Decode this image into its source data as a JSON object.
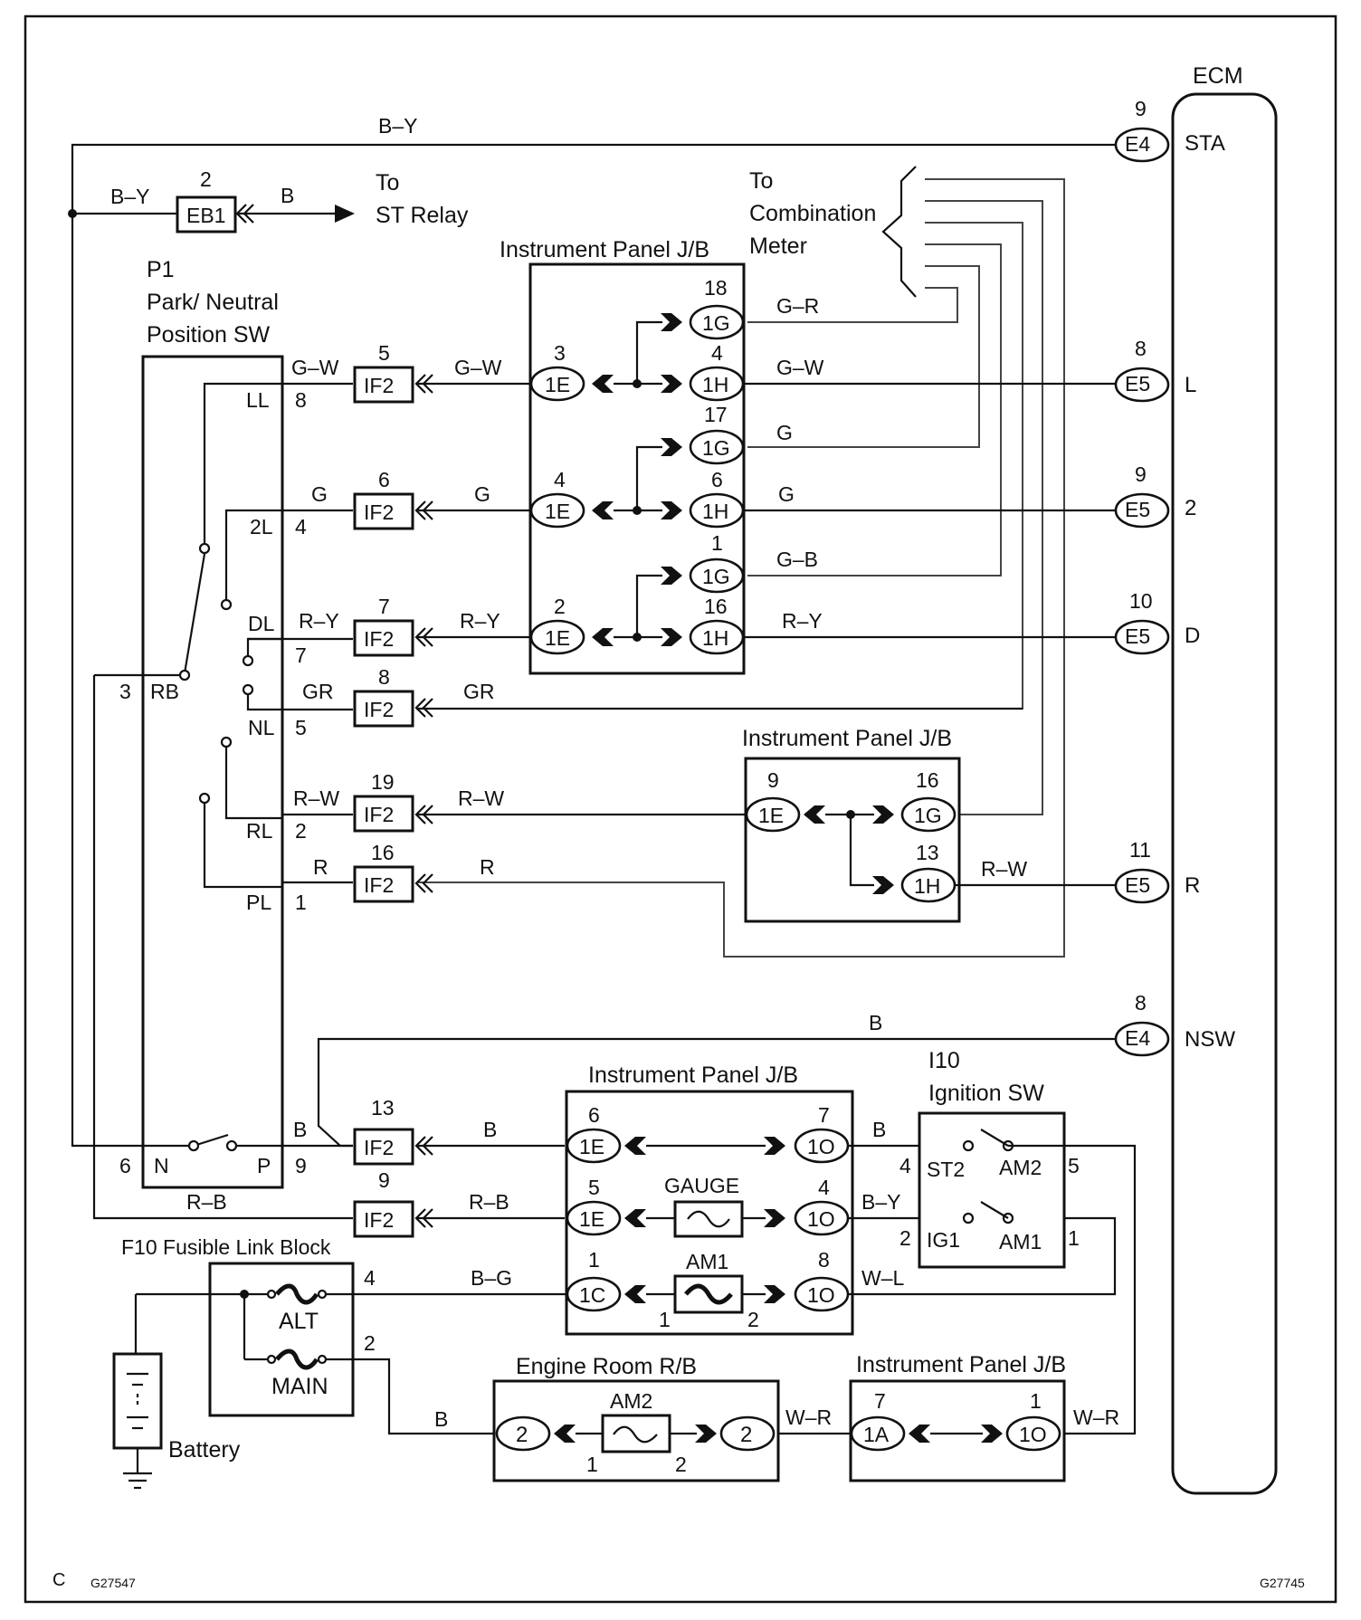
{
  "sheet": {
    "code_left": "G27547",
    "code_right": "G27745",
    "corner_letter": "C"
  },
  "ecm": {
    "name": "ECM",
    "pins": [
      {
        "pin": "9",
        "conn": "E4",
        "signal": "STA"
      },
      {
        "pin": "8",
        "conn": "E5",
        "signal": "L"
      },
      {
        "pin": "9",
        "conn": "E5",
        "signal": "2"
      },
      {
        "pin": "10",
        "conn": "E5",
        "signal": "D"
      },
      {
        "pin": "11",
        "conn": "E5",
        "signal": "R"
      },
      {
        "pin": "8",
        "conn": "E4",
        "signal": "NSW"
      }
    ]
  },
  "top": {
    "by_wire": "B–Y",
    "eb1_wire_in": "B–Y",
    "eb1_pin": "2",
    "eb1_label": "EB1",
    "eb1_wire_out": "B",
    "st_relay_l1": "To",
    "st_relay_l2": "ST Relay",
    "comb_l1": "To",
    "comb_l2": "Combination",
    "comb_l3": "Meter"
  },
  "switch": {
    "id": "P1",
    "name1": "Park/ Neutral",
    "name2": "Position SW",
    "terms": [
      {
        "name": "LL",
        "pin": "8"
      },
      {
        "name": "2L",
        "pin": "4"
      },
      {
        "name": "DL",
        "pin": "7"
      },
      {
        "name": "NL",
        "pin": "5"
      },
      {
        "name": "RL",
        "pin": "2"
      },
      {
        "name": "PL",
        "pin": "1"
      }
    ],
    "rb_pin": "3",
    "rb_name": "RB",
    "n_pin": "6",
    "n_name": "N",
    "p_name": "P",
    "p_pin": "9"
  },
  "wires": {
    "gw": "G–W",
    "g": "G",
    "ry": "R–Y",
    "gr": "GR",
    "rw": "R–W",
    "r": "R",
    "gr2": "G–R",
    "gb": "G–B",
    "b": "B",
    "rb": "R–B",
    "by": "B–Y",
    "wl": "W–L",
    "bg": "B–G",
    "wr": "W–R"
  },
  "if2": {
    "label": "IF2",
    "pins": [
      "5",
      "6",
      "7",
      "8",
      "19",
      "16",
      "13",
      "9"
    ]
  },
  "jb1": {
    "title": "Instrument Panel J/B",
    "e_pins": [
      "3",
      "4",
      "2"
    ],
    "right": [
      {
        "pin": "18",
        "conn": "1G"
      },
      {
        "pin": "4",
        "conn": "1H"
      },
      {
        "pin": "17",
        "conn": "1G"
      },
      {
        "pin": "6",
        "conn": "1H"
      },
      {
        "pin": "1",
        "conn": "1G"
      },
      {
        "pin": "16",
        "conn": "1H"
      }
    ],
    "e_label": "1E"
  },
  "jb2": {
    "title": "Instrument Panel J/B",
    "in_pin": "9",
    "in_conn": "1E",
    "out1_pin": "16",
    "out1_conn": "1G",
    "out2_pin": "13",
    "out2_conn": "1H"
  },
  "jb3": {
    "title": "Instrument Panel J/B",
    "pins_left": [
      {
        "pin": "6",
        "conn": "1E"
      },
      {
        "pin": "5",
        "conn": "1E"
      },
      {
        "pin": "1",
        "conn": "1C"
      }
    ],
    "pins_right": [
      {
        "pin": "7",
        "conn": "1O"
      },
      {
        "pin": "4",
        "conn": "1O"
      },
      {
        "pin": "8",
        "conn": "1O"
      }
    ],
    "gauge": "GAUGE",
    "am1": "AM1",
    "am1_p1": "1",
    "am1_p2": "2"
  },
  "ign": {
    "id": "I10",
    "name": "Ignition SW",
    "st2": "ST2",
    "am2": "AM2",
    "ig1": "IG1",
    "am1": "AM1",
    "pin_st2": "4",
    "pin_am2": "5",
    "pin_ig1": "2",
    "pin_am1": "1"
  },
  "fusible": {
    "title": "F10 Fusible Link Block",
    "alt": "ALT",
    "main": "MAIN",
    "pin_alt": "4",
    "pin_main": "2",
    "battery": "Battery"
  },
  "engine_rb": {
    "title": "Engine Room R/B",
    "left": "2",
    "right": "2",
    "fuse": "AM2",
    "p1": "1",
    "p2": "2"
  },
  "jb4": {
    "title": "Instrument Panel J/B",
    "left_pin": "7",
    "left_conn": "1A",
    "right_pin": "1",
    "right_conn": "1O"
  }
}
